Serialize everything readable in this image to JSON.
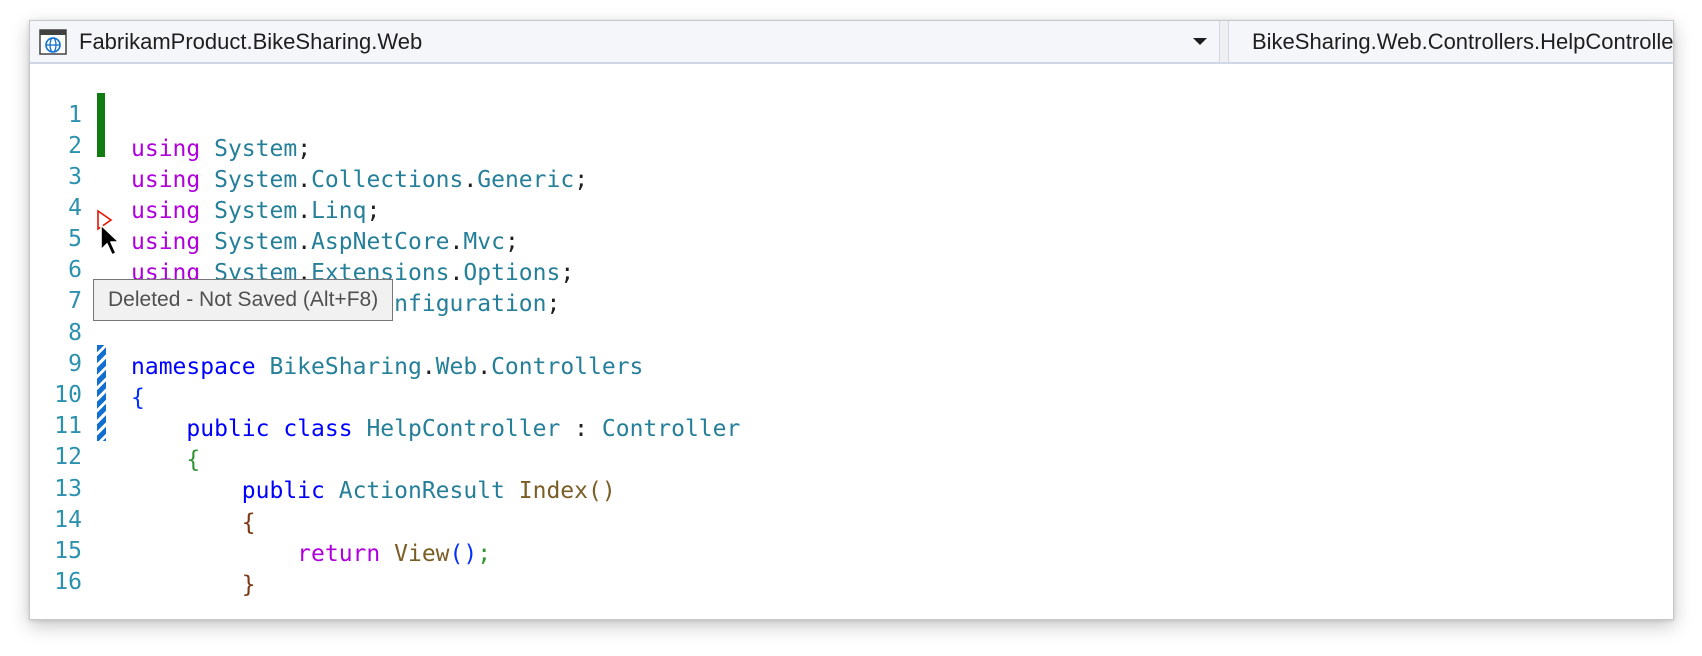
{
  "navigation_bar": {
    "project": "FabrikamProduct.BikeSharing.Web",
    "type_scope": "BikeSharing.Web.Controllers.HelpController"
  },
  "tooltip": "Deleted - Not Saved (Alt+F8)",
  "line_numbers": [
    "1",
    "2",
    "3",
    "4",
    "5",
    "6",
    "7",
    "8",
    "9",
    "10",
    "11",
    "12",
    "13",
    "14",
    "15",
    "16"
  ],
  "code": {
    "kw_using": "using",
    "System": "System",
    "Collections": "Collections",
    "Generic": "Generic",
    "Linq": "Linq",
    "AspNetCore": "AspNetCore",
    "Mvc": "Mvc",
    "Extensions": "Extensions",
    "Options": "Options",
    "Web": "Web",
    "Configuration": "Configuration",
    "kw_namespace": "namespace",
    "BikeSharing": "BikeSharing",
    "Controllers": "Controllers",
    "kw_public": "public",
    "kw_class": "class",
    "HelpController": "HelpController",
    "Controller": "Controller",
    "ActionResult": "ActionResult",
    "Index": "Index",
    "kw_return": "return",
    "View": "View",
    "semicolon": ";",
    "dot": ".",
    "colon": " : ",
    "open_brace": "{",
    "close_brace": "}",
    "parens": "()"
  },
  "colors": {
    "saved_change": "#107c10",
    "unsaved_change": "#1170cf",
    "deleted_marker": "#e51400",
    "line_number": "#2b91af"
  },
  "icons": {
    "project": "web-project-icon",
    "type_scope": "class-icon",
    "deleted": "deleted-triangle-icon",
    "pointer": "mouse-pointer-icon"
  }
}
